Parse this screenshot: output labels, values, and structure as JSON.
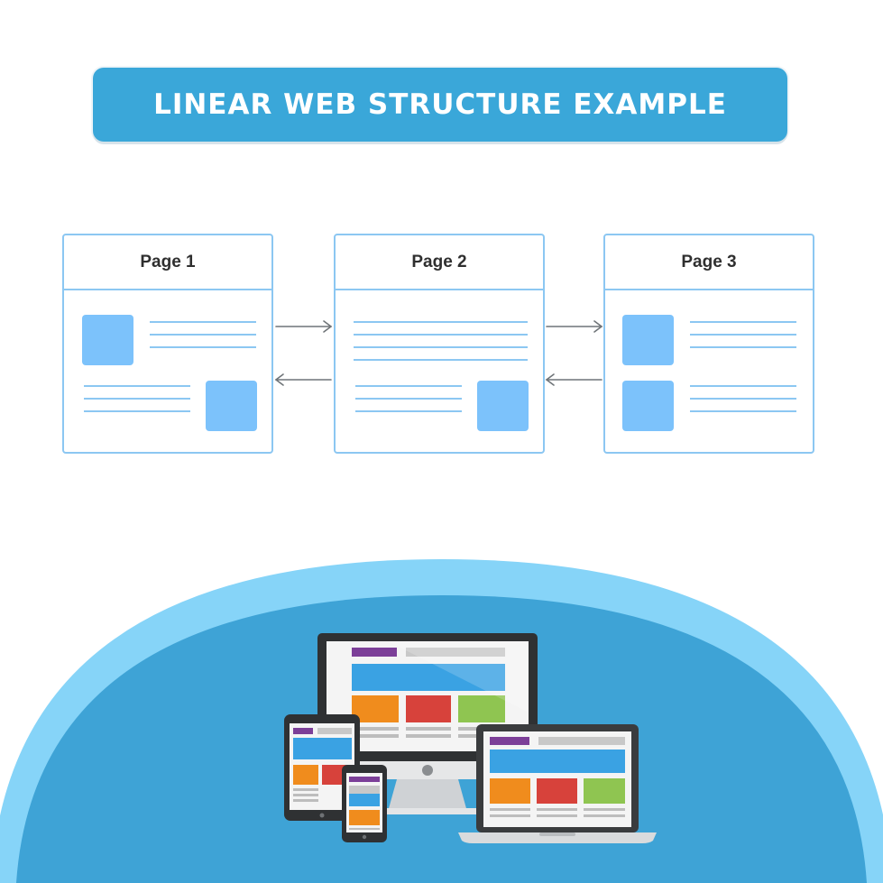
{
  "title": "LINEAR WEB STRUCTURE EXAMPLE",
  "pages": [
    {
      "label": "Page 1"
    },
    {
      "label": "Page 2"
    },
    {
      "label": "Page 3"
    }
  ],
  "colors": {
    "banner": "#3aa7d9",
    "card_border": "#8cc7f2",
    "block": "#7cc2fb",
    "arc_outer": "#86d4f8",
    "arc_inner": "#3ea3d6"
  }
}
